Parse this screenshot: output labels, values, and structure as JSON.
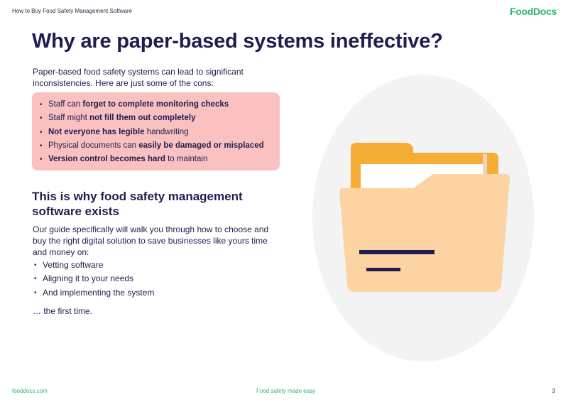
{
  "header": {
    "doc_title": "How to Buy Food Safety Management Software",
    "brand": "FoodDocs"
  },
  "main": {
    "title": "Why are paper-based systems ineffective?",
    "intro": "Paper-based food safety systems can lead to significant inconsistencies. Here are just some of the cons:",
    "cons": [
      {
        "pre": "Staff can ",
        "bold": "forget to complete monitoring checks",
        "post": ""
      },
      {
        "pre": "Staff might ",
        "bold": "not fill them out completely",
        "post": ""
      },
      {
        "pre": "",
        "bold": "Not everyone has legible",
        "post": " handwriting"
      },
      {
        "pre": "Physical documents can ",
        "bold": "easily be damaged or misplaced",
        "post": ""
      },
      {
        "pre": "",
        "bold": "Version control becomes hard",
        "post": " to maintain"
      }
    ],
    "section_title": "This is why food safety management software exists",
    "guide_text": "Our guide specifically will walk you through how to choose and buy the right digital solution to save businesses like yours time and money on:",
    "steps": [
      "Vetting software",
      "Aligning it to your needs",
      "And implementing the system"
    ],
    "closing": "… the first time."
  },
  "illustration": {
    "icon": "folder-icon",
    "colors": {
      "circle": "#f3f3f3",
      "folder_back": "#f5ad35",
      "folder_front": "#fdd3a3",
      "paper": "#ffffff",
      "lines": "#1f1d4e"
    }
  },
  "footer": {
    "website": "fooddocs.com",
    "tagline": "Food safety made easy",
    "page": "3"
  }
}
